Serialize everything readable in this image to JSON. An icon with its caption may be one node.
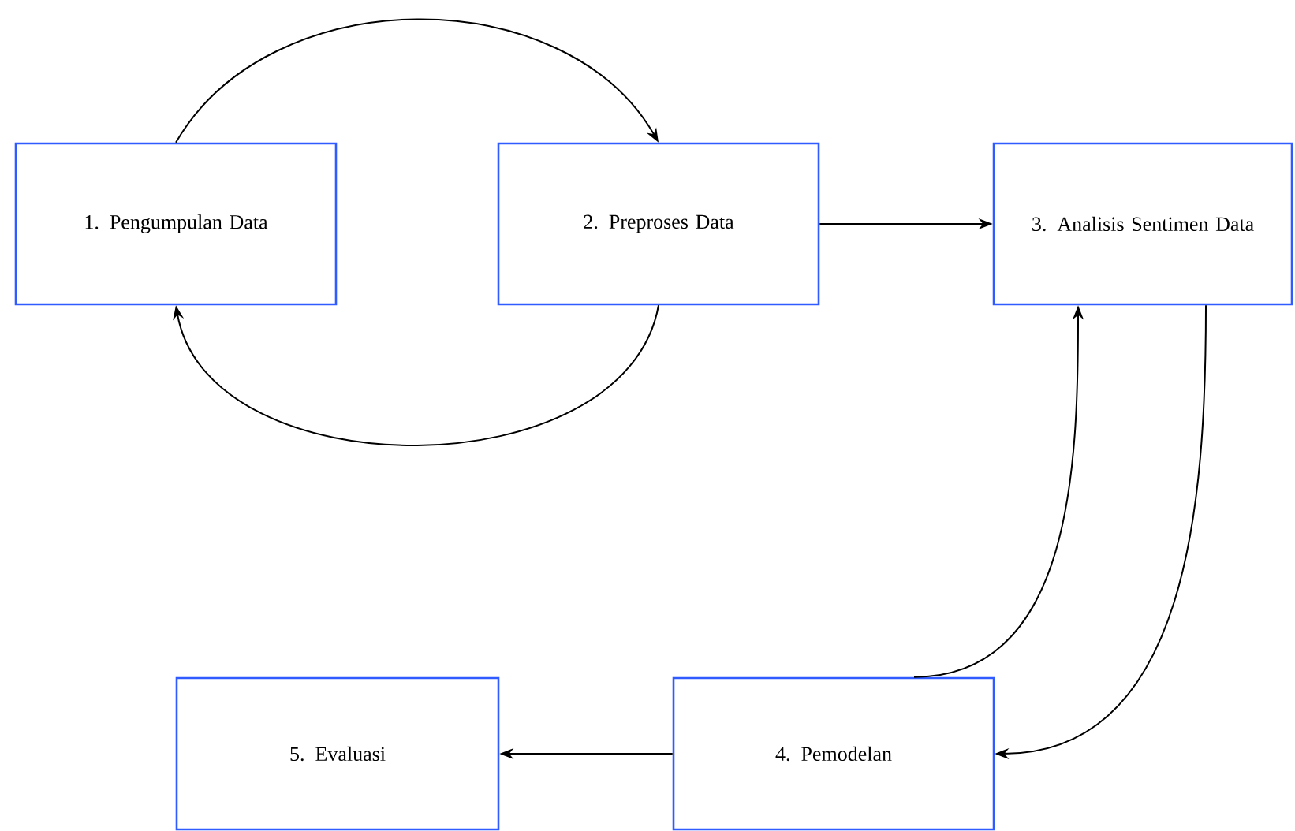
{
  "diagram": {
    "nodes": [
      {
        "text": [
          "1. Pengumpulan Data"
        ]
      },
      {
        "text": [
          "2. Preproses Data"
        ]
      },
      {
        "text": [
          "3. Analisis Sentimen Data"
        ]
      },
      {
        "text": [
          "4. Pemodelan"
        ]
      },
      {
        "text": [
          "5. Evaluasi"
        ]
      }
    ],
    "edges": [
      {
        "from": 0,
        "to": 1,
        "arrow": "to"
      },
      {
        "from": 1,
        "to": 0,
        "arrow": "to"
      },
      {
        "from": 1,
        "to": 2,
        "arrow": "to"
      },
      {
        "from": 3,
        "to": 2,
        "arrow": "to"
      },
      {
        "from": 2,
        "to": 3,
        "arrow": "to"
      },
      {
        "from": 3,
        "to": 4,
        "arrow": "to"
      }
    ]
  }
}
